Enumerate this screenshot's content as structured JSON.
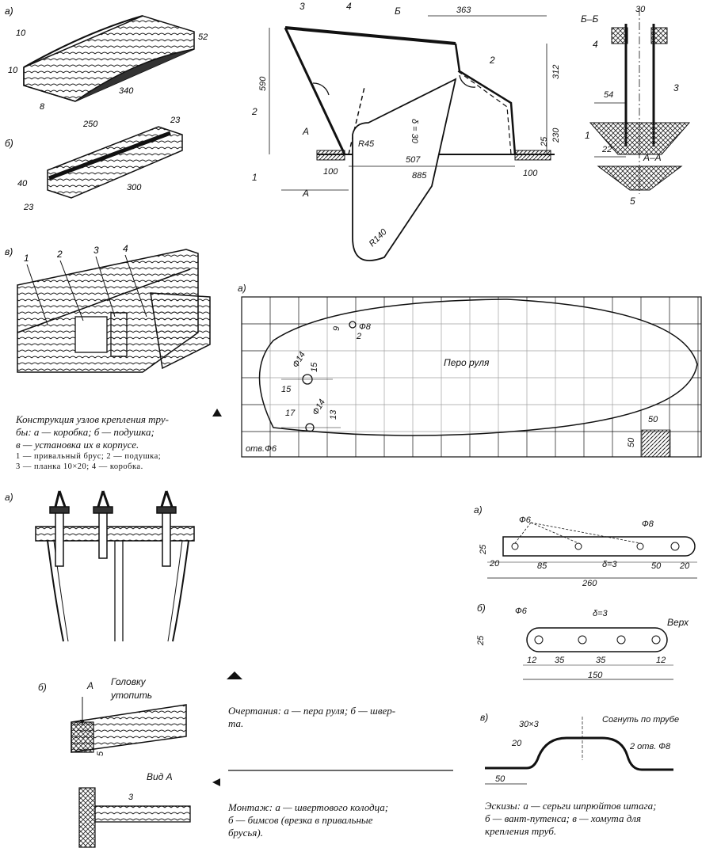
{
  "captions": {
    "tube_title": "Конструкция узлов крепления тру-",
    "tube_line2": "бы:   а — коробка;   б — подушка;",
    "tube_line3": "в — установка их в корпусе.",
    "tube_legend1": "1 — привальный   брус;   2 — подушка;",
    "tube_legend2": "3 — планка 10×20;  4 — коробка.",
    "outline_line1": "Очертания: а — пера руля; б — швер-",
    "outline_line2": "та.",
    "mount_line1": "Монтаж: а — швертового   колодца;",
    "mount_line2": "б — бимсов  (врезка в  привальные",
    "mount_line3": "брусья).",
    "sketch_line1": "Эскизы: а — серьги шпрюйтов штага;",
    "sketch_line2": "б — вант-путенса;   в — хомута   для",
    "sketch_line3": "крепления труб."
  },
  "box": {
    "label_a": "а)",
    "label_b": "б)",
    "d10a": "10",
    "d10b": "10",
    "d52": "52",
    "d8": "8",
    "d340": "340",
    "d250": "250",
    "d23a": "23",
    "d40": "40",
    "d23b": "23",
    "d300": "300"
  },
  "install": {
    "label": "в)",
    "n1": "1",
    "n2": "2",
    "n3": "3",
    "n4": "4"
  },
  "rudder": {
    "n3": "3",
    "n4": "4",
    "n2a": "2",
    "n2b": "2",
    "n1": "1",
    "secB": "Б",
    "d363": "363",
    "d590": "590",
    "d312": "312",
    "d25": "25",
    "d230": "230",
    "secA1": "А",
    "secA2": "А",
    "d100a": "100",
    "d507": "507",
    "d885": "885",
    "d100b": "100",
    "r45": "R45",
    "r140": "R140",
    "d6": "δ = 30"
  },
  "section": {
    "title": "Б–Б",
    "d30": "30",
    "n4": "4",
    "n3": "3",
    "d54": "54",
    "n1": "1",
    "d22": "22",
    "titleA": "А–А",
    "n5": "5"
  },
  "blade": {
    "label": "а)",
    "name": "Перо руля",
    "phi8": "Ф8",
    "d9": "9",
    "d2": "2",
    "phi14a": "Ф14",
    "d15a": "15",
    "d15b": "15",
    "d17": "17",
    "phi14b": "Ф14",
    "d13": "13",
    "hole": "отв.Ф6",
    "cell_w": "50",
    "cell_h": "50"
  },
  "mounting": {
    "label_a": "а)",
    "label_b": "б)",
    "arrowA": "А",
    "head1": "Головку",
    "head2": "утопить",
    "d5": "5",
    "viewA": "Вид А",
    "d3": "3"
  },
  "sketch_a": {
    "label": "а)",
    "phi6": "Ф6",
    "phi8": "Ф8",
    "d25": "25",
    "d20a": "20",
    "d85": "85",
    "thick": "δ=3",
    "d50": "50",
    "d20b": "20",
    "d260": "260"
  },
  "sketch_b": {
    "label": "б)",
    "phi6": "Ф6",
    "thick": "δ=3",
    "top": "Верх",
    "d25": "25",
    "d12a": "12",
    "d35a": "35",
    "d35b": "35",
    "d12b": "12",
    "d150": "150"
  },
  "sketch_c": {
    "label": "в)",
    "size": "30×3",
    "bend": "Согнуть по трубе",
    "d20": "20",
    "holes": "2 отв. Ф8",
    "d50": "50"
  }
}
